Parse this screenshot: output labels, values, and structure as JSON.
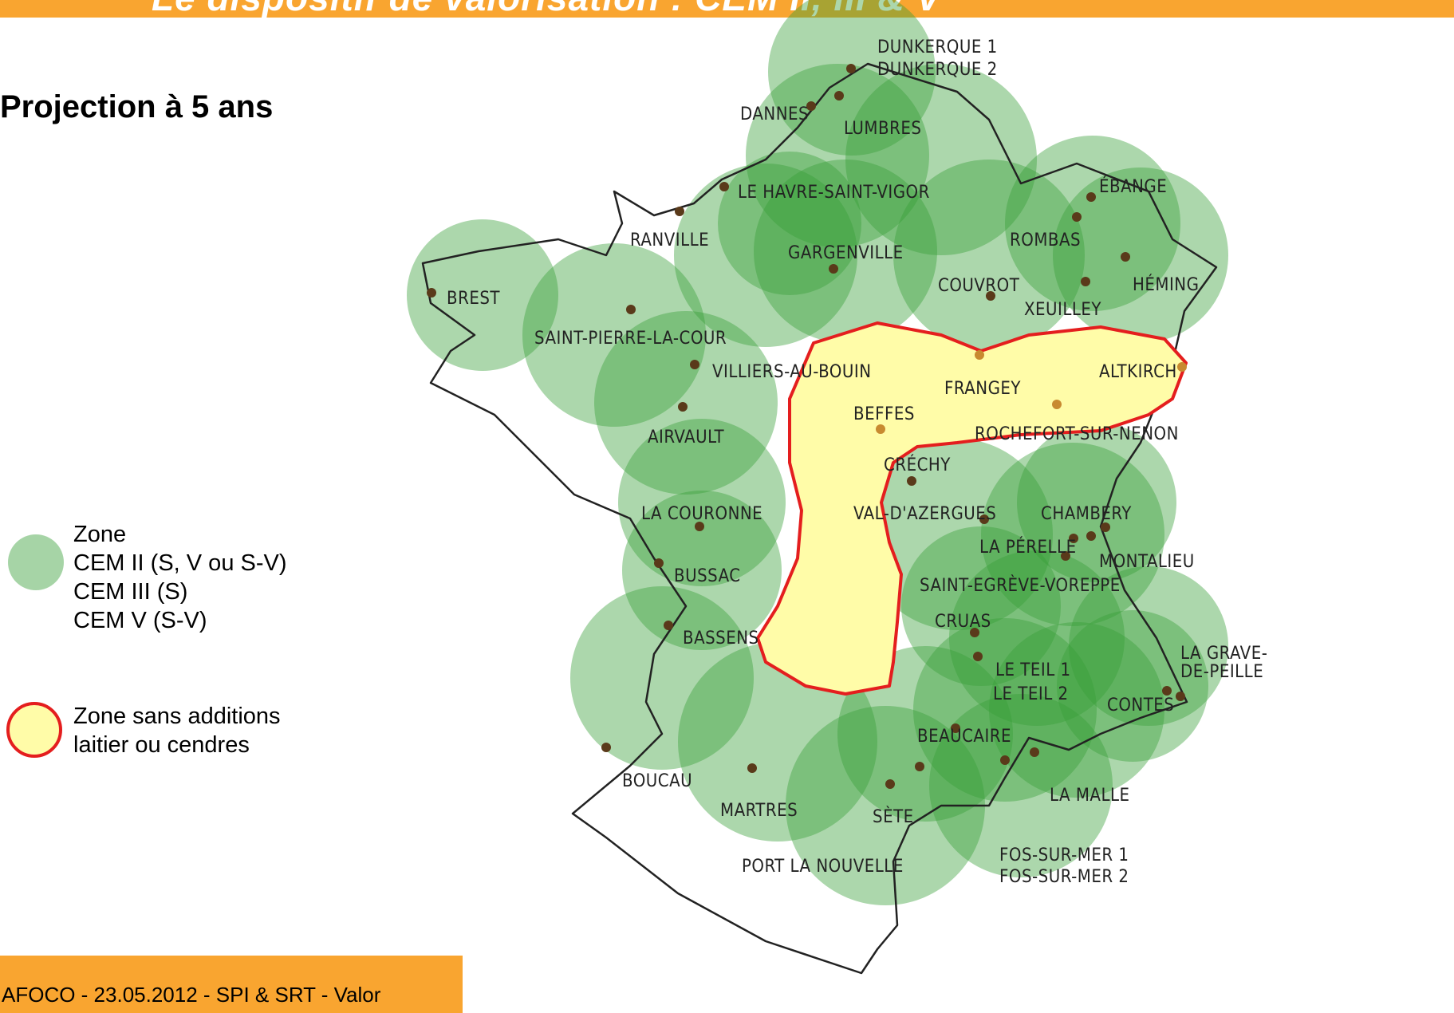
{
  "header": {
    "title": "Le dispositif de valorisation : CEM II, III & V"
  },
  "subtitle": "Projection à 5 ans",
  "legend": {
    "green_zone": {
      "lines": [
        "Zone",
        "CEM II (S, V ou S-V)",
        "CEM III (S)",
        "CEM V (S-V)"
      ],
      "color": "#3AA03A"
    },
    "no_addition_zone": {
      "lines": [
        "Zone sans additions",
        "laitier ou cendres"
      ],
      "fill": "#FFFCA8",
      "border": "#E41E1E"
    }
  },
  "footer": {
    "text": "AFOCO - 23.05.2012 - SPI & SRT - Valor"
  },
  "map": {
    "cities": [
      {
        "name": "DUNKERQUE 1"
      },
      {
        "name": "DUNKERQUE 2"
      },
      {
        "name": "DANNES"
      },
      {
        "name": "LUMBRES"
      },
      {
        "name": "LE HAVRE-SAINT-VIGOR"
      },
      {
        "name": "RANVILLE"
      },
      {
        "name": "GARGENVILLE"
      },
      {
        "name": "COUVROT"
      },
      {
        "name": "ROMBAS"
      },
      {
        "name": "ÉBANGE"
      },
      {
        "name": "HÉMING"
      },
      {
        "name": "XEUILLEY"
      },
      {
        "name": "BREST"
      },
      {
        "name": "SAINT-PIERRE-LA-COUR"
      },
      {
        "name": "VILLIERS-AU-BOUIN"
      },
      {
        "name": "AIRVAULT"
      },
      {
        "name": "FRANGEY"
      },
      {
        "name": "ALTKIRCH"
      },
      {
        "name": "BEFFES"
      },
      {
        "name": "ROCHEFORT-SUR-NENON"
      },
      {
        "name": "CRÉCHY"
      },
      {
        "name": "VAL-D'AZERGUES"
      },
      {
        "name": "CHAMBERY"
      },
      {
        "name": "LA PÉRELLE"
      },
      {
        "name": "MONTALIEU"
      },
      {
        "name": "SAINT-EGRÈVE-VOREPPE"
      },
      {
        "name": "LA COURONNE"
      },
      {
        "name": "BUSSAC"
      },
      {
        "name": "BASSENS"
      },
      {
        "name": "CRUAS"
      },
      {
        "name": "LE TEIL 1"
      },
      {
        "name": "LE TEIL 2"
      },
      {
        "name": "LA GRAVE-"
      },
      {
        "name": "DE-PEILLE"
      },
      {
        "name": "CONTES"
      },
      {
        "name": "BEAUCAIRE"
      },
      {
        "name": "BOUCAU"
      },
      {
        "name": "MARTRES"
      },
      {
        "name": "SÈTE"
      },
      {
        "name": "LA MALLE"
      },
      {
        "name": "PORT LA NOUVELLE"
      },
      {
        "name": "FOS-SUR-MER 1"
      },
      {
        "name": "FOS-SUR-MER 2"
      }
    ],
    "colors": {
      "circle": "#3AA03A",
      "plant_dot": "#5A3A1A",
      "plant_dot_in_zone": "#C88A30",
      "outline": "#222222",
      "zone_fill": "#FFFCA8",
      "zone_border": "#E41E1E"
    }
  }
}
